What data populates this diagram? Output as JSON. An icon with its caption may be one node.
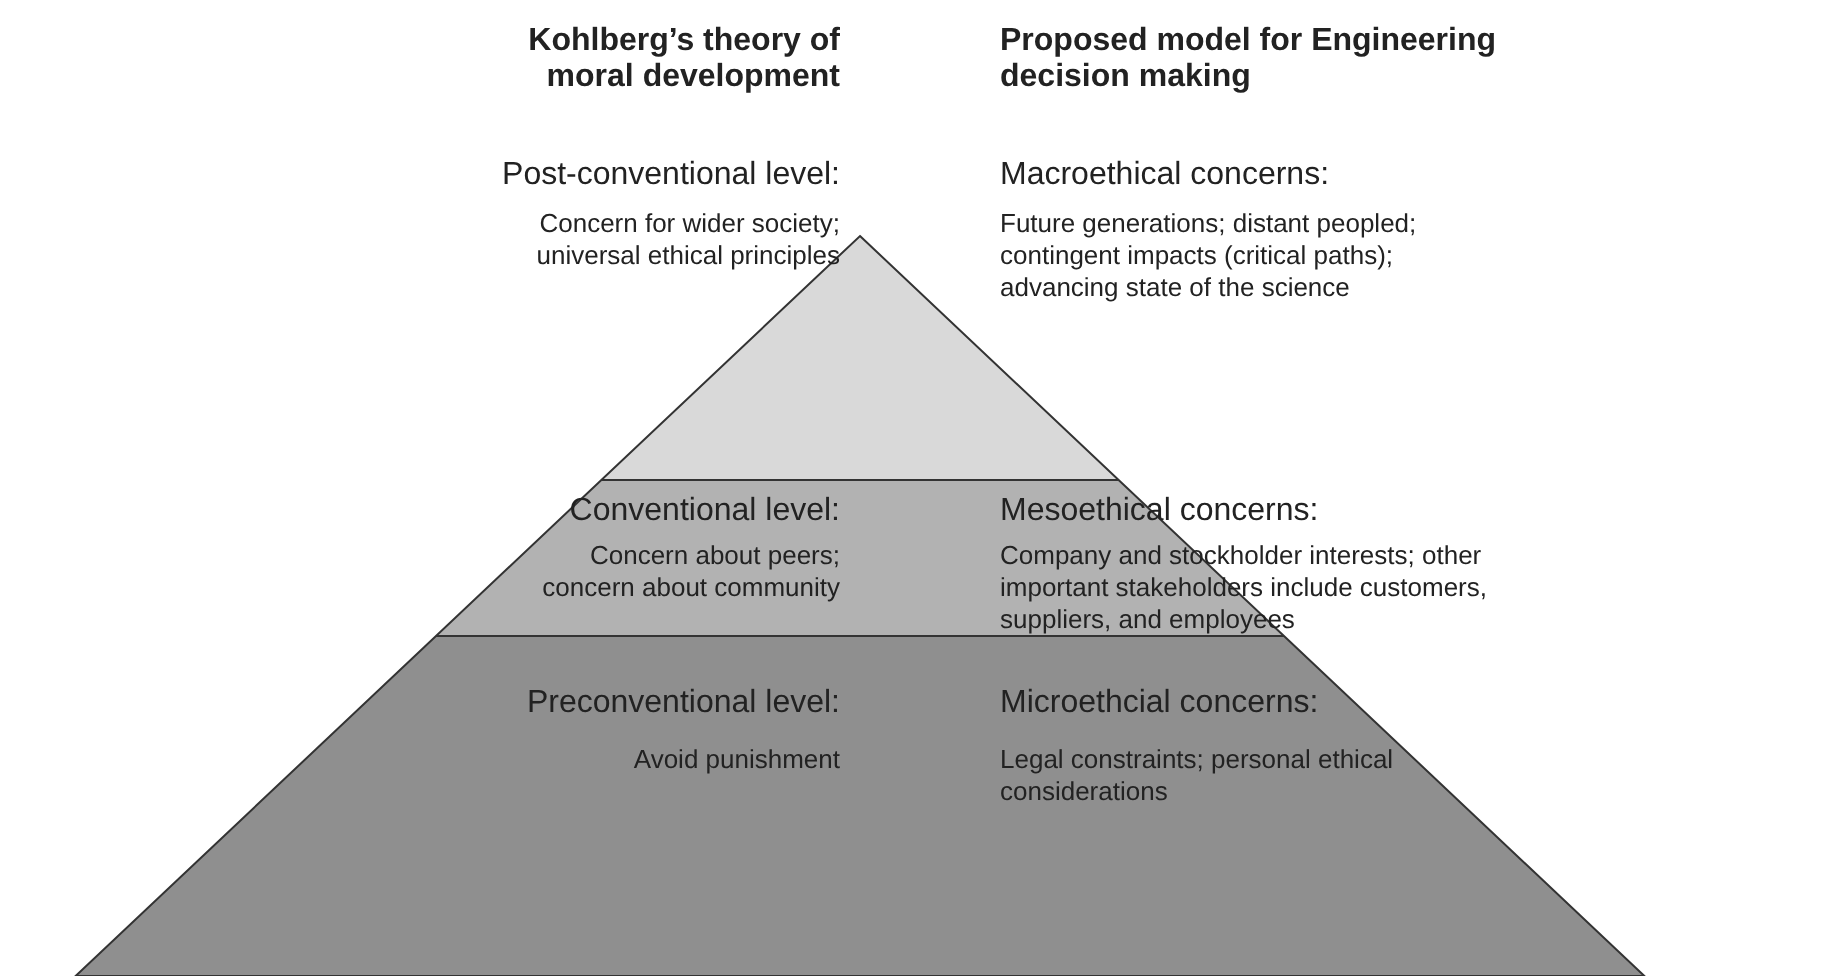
{
  "diagram": {
    "nodes": [
      {
        "text": [
          "Post-conventional level:",
          "Concern for wider society; universal ethical principles",
          "Macroethical concerns:",
          "Future generations; distant peopled; contingent impacts (critical paths); advancing state of the science"
        ]
      },
      {
        "text": [
          "Conventional level:",
          "Concern about peers; concern about community",
          "Mesoethical concerns:",
          "Company and stockholder interests; other important stakeholders include customers, suppliers, and employees"
        ]
      },
      {
        "text": [
          "Preconventional level:",
          "Avoid punishment",
          "Microethcial concerns:",
          "Legal constraints; personal ethical considerations"
        ]
      }
    ],
    "edges": [],
    "labels": [
      "Kohlberg’s theory of moral development",
      "Proposed model for Engineering decision making"
    ]
  }
}
